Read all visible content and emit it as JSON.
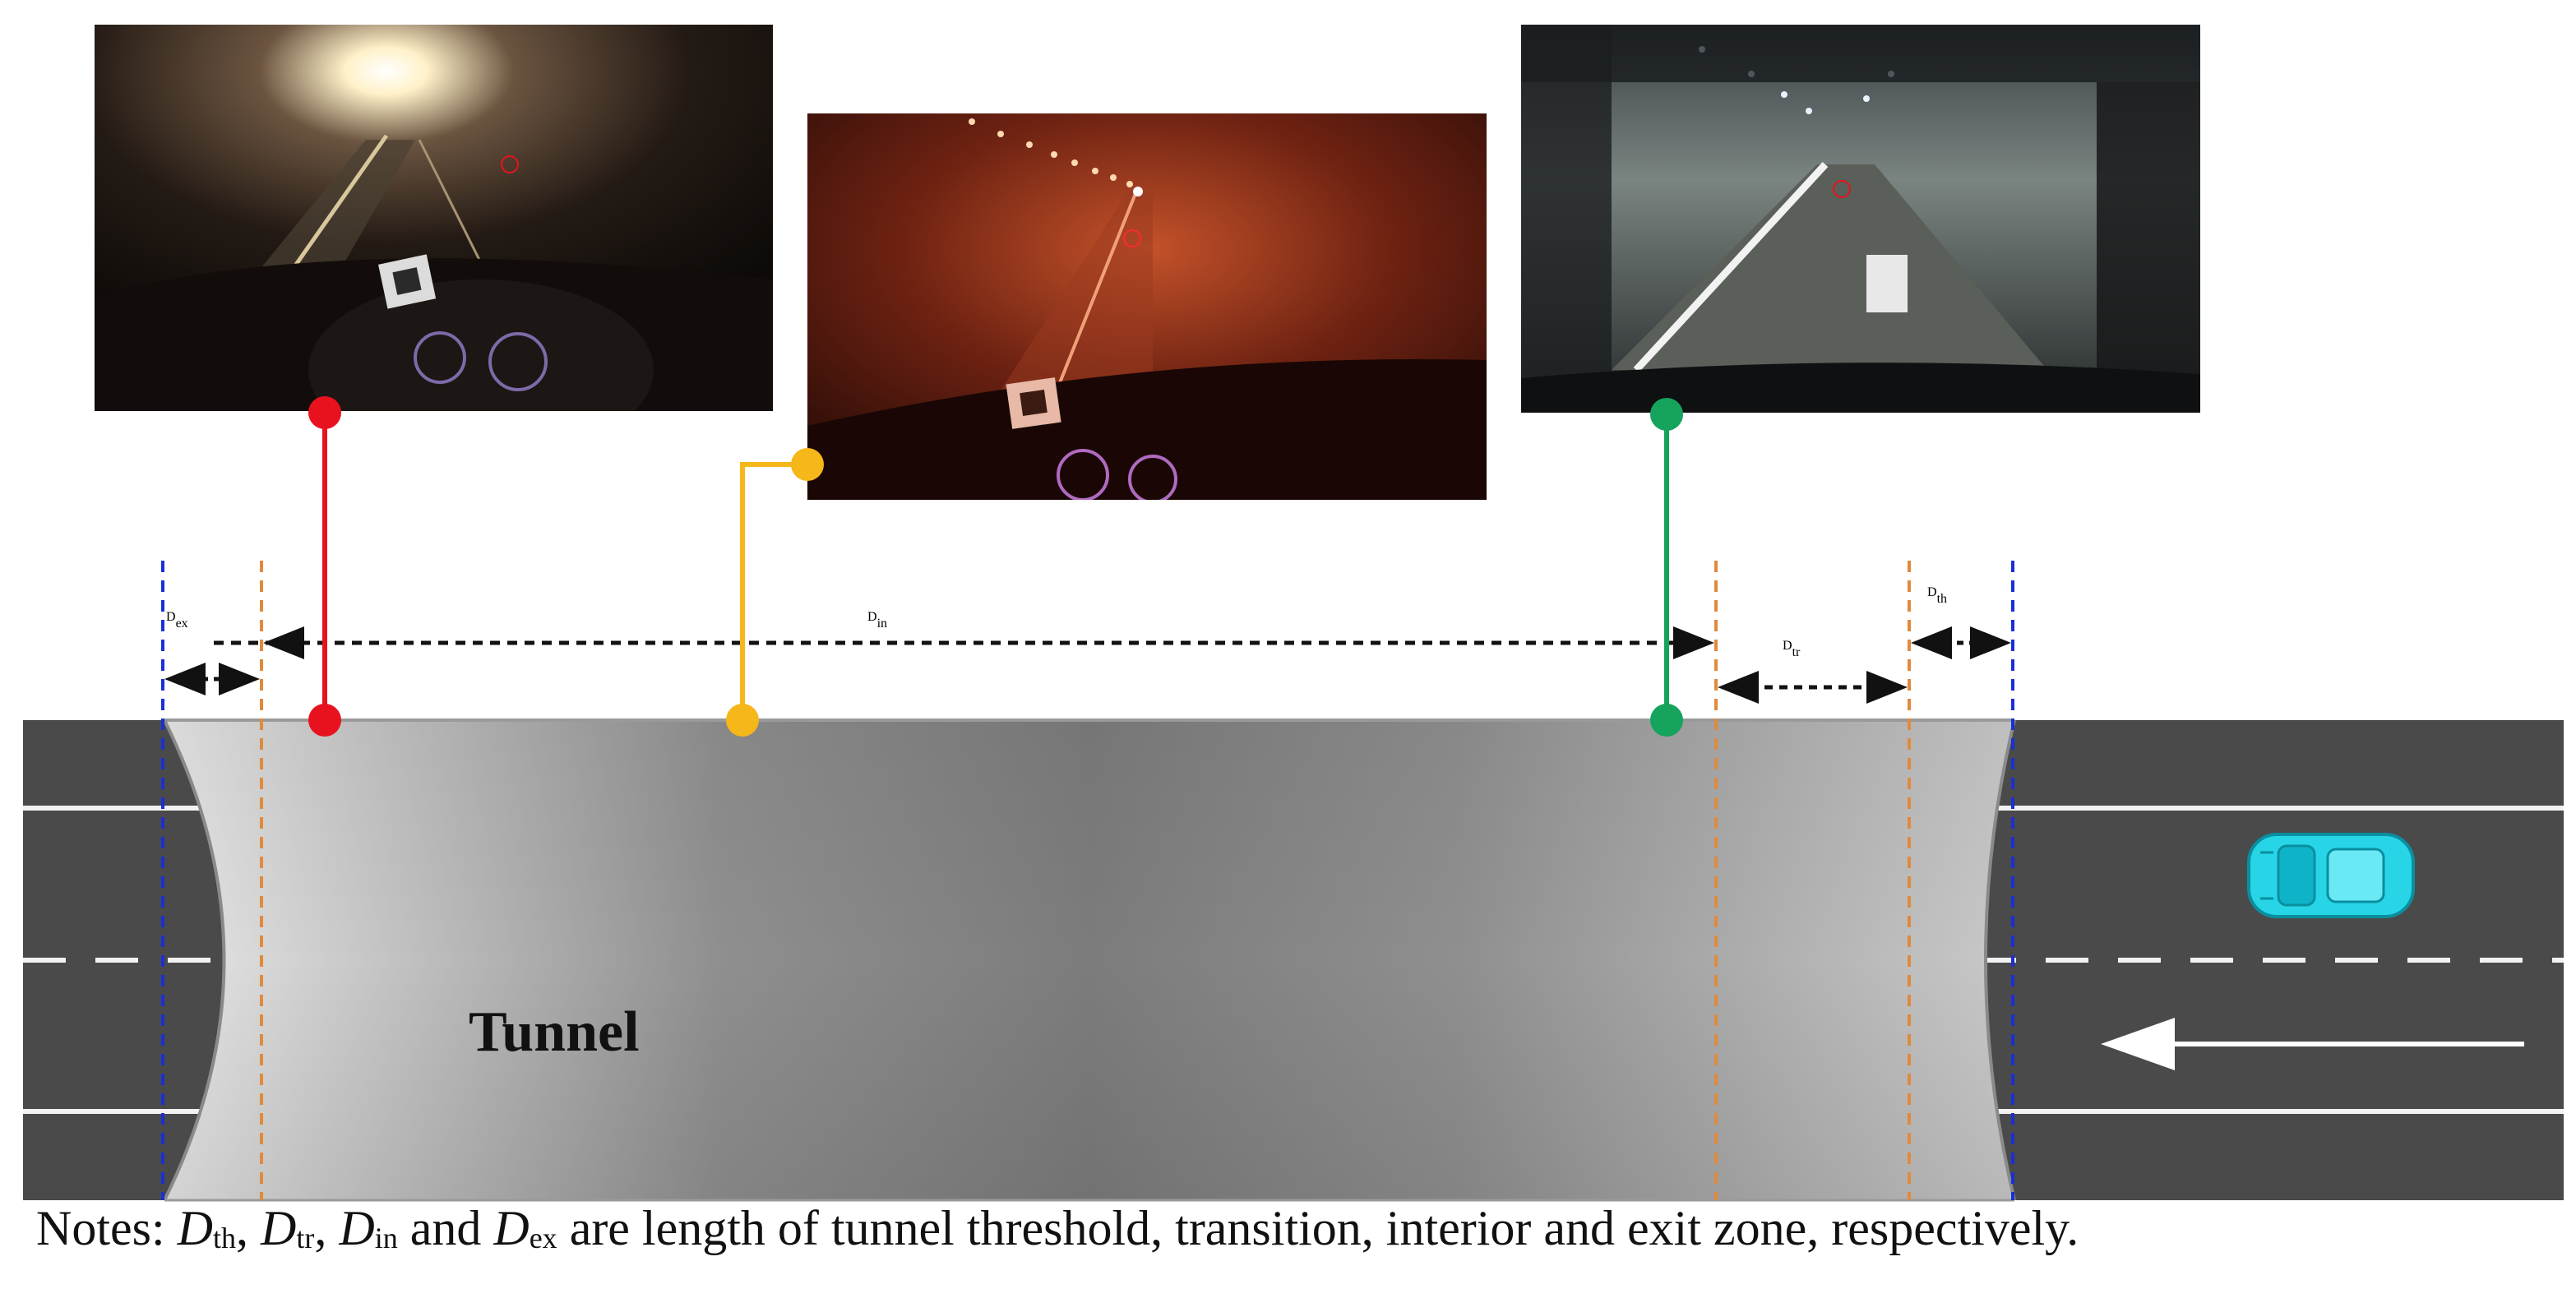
{
  "diagram": {
    "tunnel_label": "Tunnel",
    "zones": {
      "exit": {
        "symbol": "D",
        "sub": "ex"
      },
      "interior": {
        "symbol": "D",
        "sub": "in"
      },
      "transition": {
        "symbol": "D",
        "sub": "tr"
      },
      "threshold": {
        "symbol": "D",
        "sub": "th"
      }
    },
    "markers": [
      {
        "name": "red-marker",
        "color": "#e8121e"
      },
      {
        "name": "yellow-marker",
        "color": "#f6b71a"
      },
      {
        "name": "green-marker",
        "color": "#16a35c"
      }
    ],
    "colors": {
      "road": "#4a4a4a",
      "zone_boundary_orange": "#e08a3c",
      "portal_boundary_blue": "#1a2fd6",
      "vehicle": "#27d5e6"
    },
    "icons": [
      "car-icon",
      "direction-arrow-icon"
    ]
  },
  "notes": {
    "prefix": "Notes: ",
    "sep1": ", ",
    "sep2": ", ",
    "and": " and ",
    "suffix": " are length of tunnel threshold, transition, interior and exit zone, respectively."
  }
}
